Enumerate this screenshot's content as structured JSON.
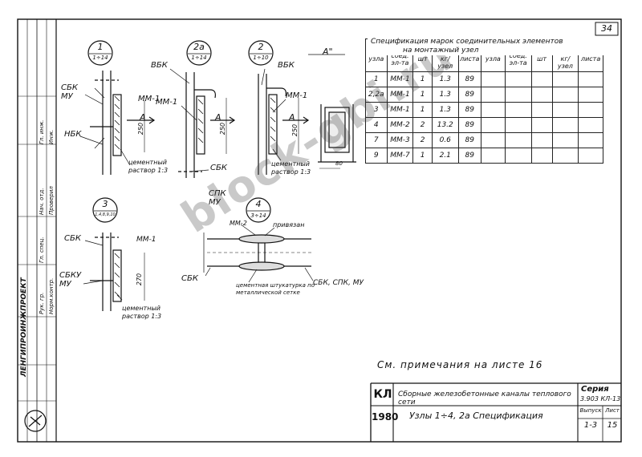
{
  "sheet_number": "34",
  "watermark": "block-gbi.ru",
  "spec_table": {
    "title_line1": "Спецификация марок соединительных элементов",
    "title_line2": "на монтажный узел",
    "headers": [
      "N узла",
      "Марка соед. эл-та",
      "Кол. шт",
      "Расход стали кг/узел",
      "N листа"
    ],
    "headers_right": [
      "N узла",
      "Марка соед. эл-та",
      "Кол. шт",
      "Расход стали кг/узел",
      "N листа"
    ],
    "rows": [
      [
        "1",
        "ММ-1",
        "1",
        "1.3",
        "89"
      ],
      [
        "2,2а",
        "ММ-1",
        "1",
        "1.3",
        "89"
      ],
      [
        "3",
        "ММ-1",
        "1",
        "1.3",
        "89"
      ],
      [
        "4",
        "ММ-2",
        "2",
        "13.2",
        "89"
      ],
      [
        "7",
        "ММ-3",
        "2",
        "0.6",
        "89"
      ],
      [
        "9",
        "ММ-7",
        "1",
        "2.1",
        "89"
      ]
    ]
  },
  "nodes": {
    "n1": {
      "num": "1",
      "ref": "1÷14"
    },
    "n2a": {
      "num": "2а",
      "ref": "1÷14"
    },
    "n2": {
      "num": "2",
      "ref": "1÷10"
    },
    "n3": {
      "num": "3",
      "ref": "1,4,8,9,10"
    },
    "n4": {
      "num": "4",
      "ref": "3÷14"
    }
  },
  "labels": {
    "sbk_mu": "СБК МУ",
    "nbk": "НБК",
    "vbk": "ВБК",
    "mm1": "ММ-1",
    "mm2": "ММ-2",
    "a": "А",
    "a_view": "А\"",
    "dim_250": "250",
    "dim_270": "270",
    "dim_80": "80",
    "mortar": "цементный раствор 1:3",
    "sbk": "СБК",
    "spk_mu": "СПК МУ",
    "sbku_mu": "СБКУ МУ",
    "nailed": "привязан",
    "plaster": "цементная штукатурка по металлической сетке",
    "sbk_spk_mu": "СБК, СПК, МУ"
  },
  "note": "См. примечания на листе 16",
  "title_block": {
    "code": "КЛ",
    "year": "1980",
    "description": "Сборные железобетонные каналы теплового сети",
    "subtitle": "Узлы 1÷4, 2а Спецификация",
    "series_label": "Серия",
    "series_value": "3.903 КЛ-13",
    "issue_label": "Выпуск",
    "issue_value": "1-3",
    "sheet_label": "Лист",
    "sheet_value": "15"
  },
  "side_stamp": {
    "org": "ЛЕНГИПРОИНЖПРОЕКТ",
    "entries": [
      "Гл. инж.",
      "Нач. отд.",
      "Гл. спец.",
      "Рук. гр.",
      "Инж.",
      "Проверил",
      "Норм.контр."
    ]
  }
}
